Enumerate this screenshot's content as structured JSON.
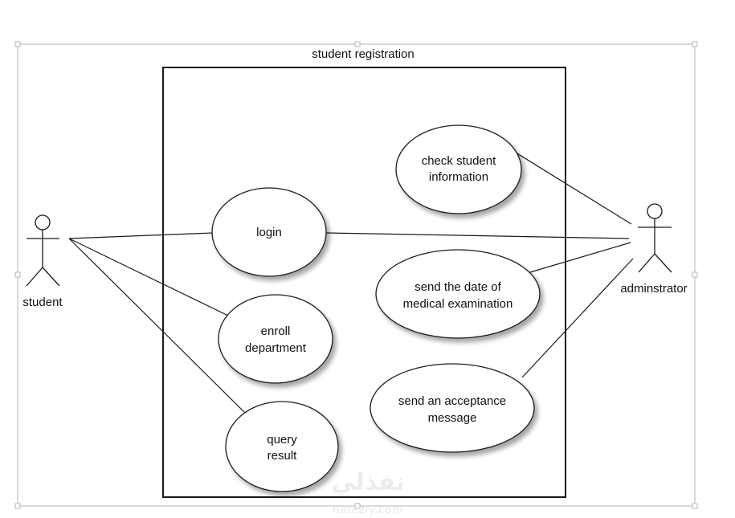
{
  "diagram": {
    "title": "student registration",
    "actors": {
      "student": "student",
      "administrator": "adminstrator"
    },
    "use_cases": {
      "login": [
        "login"
      ],
      "enroll": [
        "enroll",
        "department"
      ],
      "query": [
        "query",
        "result"
      ],
      "check": [
        "check student",
        "information"
      ],
      "medical": [
        "send the date of",
        "medical examination"
      ],
      "acceptance": [
        "send an acceptance",
        "message"
      ]
    },
    "watermark": {
      "arabic": "نفذلي",
      "latin": "nafezly.com"
    }
  },
  "colors": {
    "line": "#1a1a1a",
    "frame": "#b5b5b5",
    "shadow": "#c8c8c8",
    "watermark": "#ececec"
  }
}
